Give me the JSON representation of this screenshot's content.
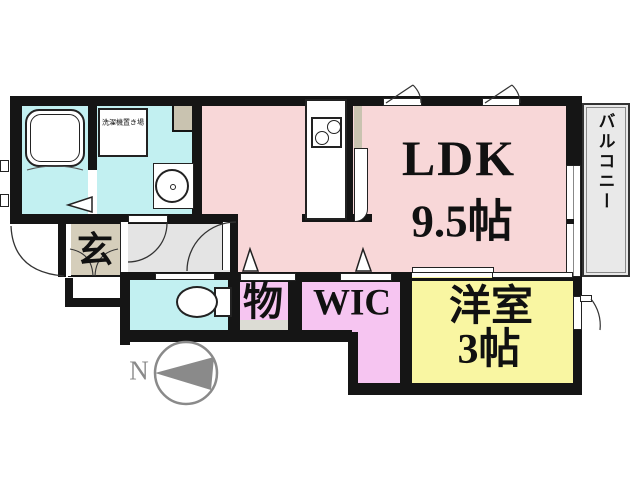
{
  "plan": {
    "rooms": {
      "ldk": {
        "name": "LDK",
        "size": "9.5帖"
      },
      "western_room": {
        "name": "洋室",
        "size": "3帖"
      },
      "wic": {
        "name": "WIC"
      },
      "storage": {
        "name": "物"
      },
      "entrance": {
        "name": "玄"
      },
      "balcony": {
        "name": "バルコニー"
      },
      "washer_area": {
        "name": "洗濯機置き場"
      }
    },
    "compass": {
      "north": "N"
    },
    "colors": {
      "room_pink": "#f8d7d8",
      "room_cyan": "#c2f0f1",
      "room_magenta": "#f6c5f1",
      "room_yellow": "#f9f6a2",
      "hallway_gray": "#e4e4e4",
      "genkan_tan": "#d5cebb",
      "balcony_gray": "#e9e9e9",
      "wall_black": "#151515",
      "compass_gray": "#8a8a8a"
    }
  }
}
